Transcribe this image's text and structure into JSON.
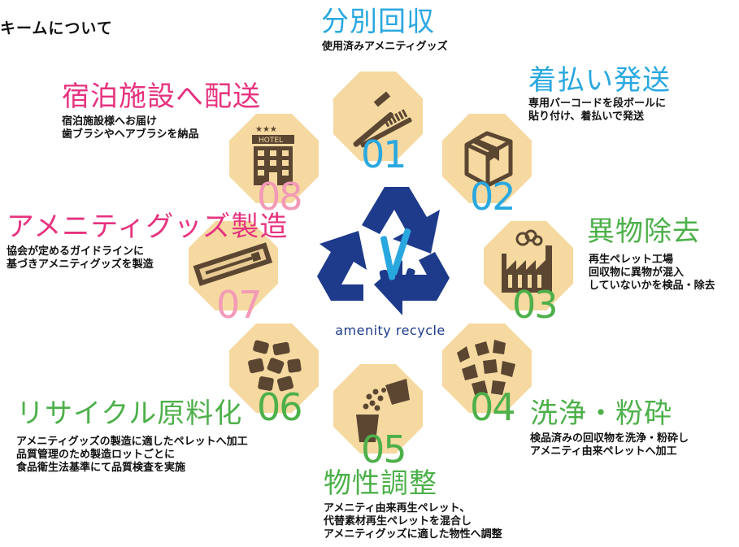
{
  "header": {
    "title": "キームについて"
  },
  "center": {
    "label": "amenity recycle"
  },
  "colors": {
    "blue": "#29a8e0",
    "pink": "#e6337f",
    "green": "#4db04a",
    "octagon": "#f5d9a0",
    "icon": "#5b4632",
    "recycle": "#1d3b8a"
  },
  "steps": [
    {
      "number": "01",
      "title": "分別回収",
      "icon": "toothbrush-comb-icon",
      "lines": [
        "使用済みアメニティグッズ"
      ]
    },
    {
      "number": "02",
      "title": "着払い発送",
      "icon": "box-icon",
      "lines": [
        "専用バーコードを段ボールに",
        "貼り付け、着払いで発送"
      ]
    },
    {
      "number": "03",
      "title": "異物除去",
      "icon": "factory-icon",
      "lines": [
        "再生ペレット工場",
        "回収物に異物が混入",
        "していないかを検品・除去"
      ]
    },
    {
      "number": "04",
      "title": "洗浄・粉砕",
      "icon": "crushed-pieces-icon",
      "lines": [
        "検品済みの回収物を洗浄・粉砕し",
        "アメニティ由来ペレットへ加工"
      ]
    },
    {
      "number": "05",
      "title": "物性調整",
      "icon": "pellet-cups-icon",
      "lines": [
        "アメニティ由来再生ペレット、",
        "代替素材再生ペレットを混合し",
        "アメニティグッズに適した物性へ調整"
      ]
    },
    {
      "number": "06",
      "title": "リサイクル原料化",
      "icon": "pellets-icon",
      "lines": [
        "アメニティグッズの製造に適したペレットへ加工",
        "品質管理のため製造ロットごとに",
        "食品衛生法基準にて品質検査を実施"
      ]
    },
    {
      "number": "07",
      "title": "アメニティグッズ製造",
      "icon": "packaged-toothbrush-icon",
      "lines": [
        "協会が定めるガイドラインに",
        "基づきアメニティグッズを製造"
      ]
    },
    {
      "number": "08",
      "title": "宿泊施設へ配送",
      "icon": "hotel-icon",
      "lines": [
        "宿泊施設様へお届け",
        "歯ブラシやヘアブラシを納品"
      ]
    }
  ]
}
